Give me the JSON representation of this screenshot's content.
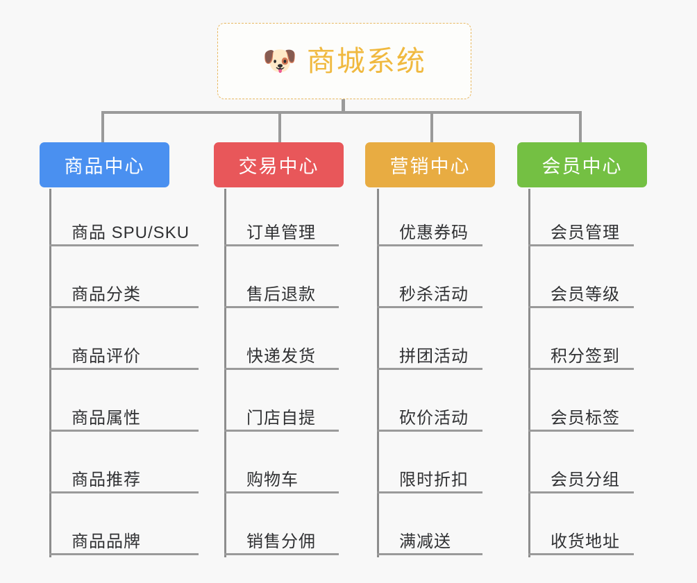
{
  "diagram": {
    "title": "商城系统",
    "root": {
      "label": "商城系统",
      "icon": "shiba-dog-emoji",
      "emoji": "🐶",
      "border_color": "#e8b860",
      "text_color": "#f0b93f",
      "background": "#fdfdfb"
    },
    "background_color": "#f8f8f8",
    "connector_color": "#9a9a9a",
    "columns": [
      {
        "label": "商品中心",
        "color": "#4a90f0",
        "items": [
          "商品 SPU/SKU",
          "商品分类",
          "商品评价",
          "商品属性",
          "商品推荐",
          "商品品牌"
        ]
      },
      {
        "label": "交易中心",
        "color": "#e8575a",
        "items": [
          "订单管理",
          "售后退款",
          "快递发货",
          "门店自提",
          "购物车",
          "销售分佣"
        ]
      },
      {
        "label": "营销中心",
        "color": "#e8ac42",
        "items": [
          "优惠券码",
          "秒杀活动",
          "拼团活动",
          "砍价活动",
          "限时折扣",
          "满减送"
        ]
      },
      {
        "label": "会员中心",
        "color": "#74c043",
        "items": [
          "会员管理",
          "会员等级",
          "积分签到",
          "会员标签",
          "会员分组",
          "收货地址"
        ]
      }
    ]
  }
}
